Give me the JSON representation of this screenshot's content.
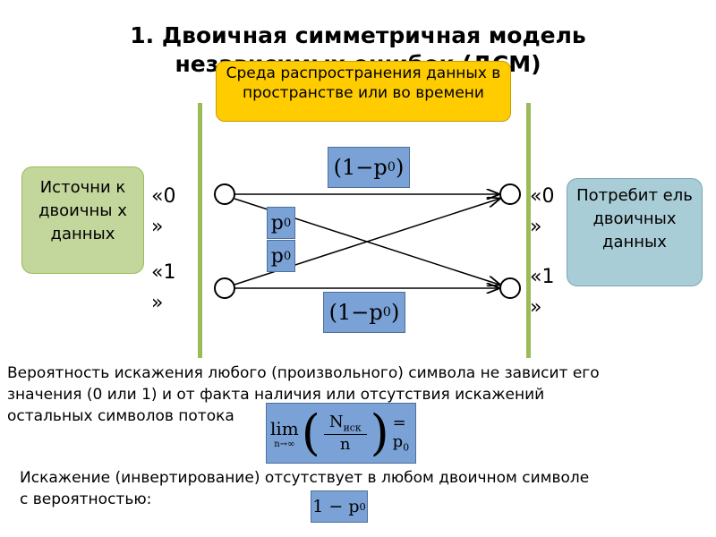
{
  "title": {
    "line1": "1. Двоичная симметричная модель",
    "line2": "независимых ошибок (ДСМ)"
  },
  "medium_box": "Среда распространения данных в пространстве или во времени",
  "source_box": "Источни к двоичны х данных",
  "consumer_box": "Потребит ель двоичных данных",
  "symbols": {
    "left_0": "«0 »",
    "left_1": "«1 »",
    "right_0": "«0 »",
    "right_1": "«1 »"
  },
  "labels": {
    "top_prob": "(1−p",
    "top_prob_sub": "0",
    "top_prob_close": ")",
    "cross_p1": "p",
    "cross_p1_sub": "0",
    "cross_p2": "p",
    "cross_p2_sub": "0",
    "bottom_prob": "(1−p",
    "bottom_prob_sub": "0",
    "bottom_prob_close": ")"
  },
  "paragraph1": {
    "line1": "Вероятность искажения любого (произвольного) символа не зависит его",
    "line2": "значения (0 или 1) и от факта наличия или отсутствия искажений",
    "line3": "остальных символов потока"
  },
  "formula1": {
    "lim": "lim",
    "lim_sub": "n→∞",
    "numer": "N",
    "numer_sub": "иск",
    "denom": "n",
    "rhs": "= p",
    "rhs_sub": "0"
  },
  "paragraph2": {
    "line1": "Искажение (инвертирование) отсутствует в любом двоичном символе",
    "line2": "с вероятностью:"
  },
  "formula2": {
    "text": "1 − p",
    "sub": "0"
  },
  "colors": {
    "medium": "#ffcc00",
    "source": "#c3d69b",
    "consumer": "#a9cdd6",
    "formula": "#7aa2d6",
    "bars": "#9bbb59"
  }
}
